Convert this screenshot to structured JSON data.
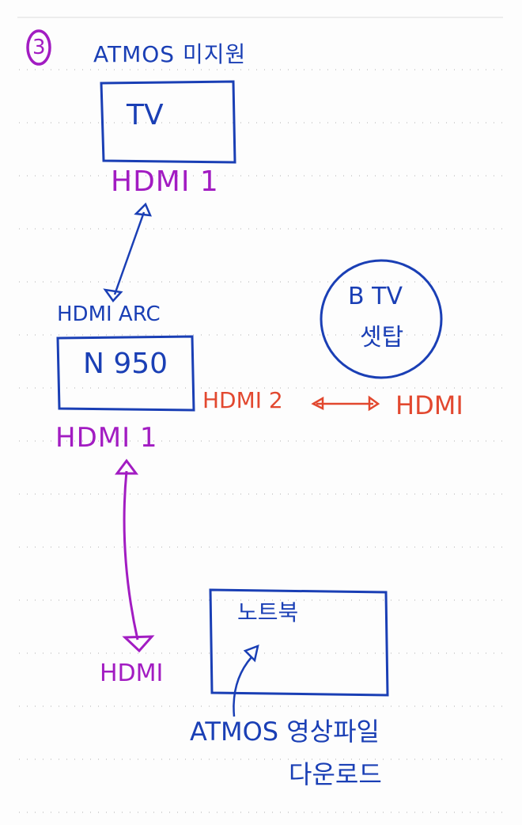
{
  "colors": {
    "blue": "#1a3fb5",
    "purple": "#a21cc2",
    "red": "#e2482f"
  },
  "step_number": "3",
  "note_title": "ATMOS 미지원",
  "tv": {
    "label": "TV",
    "port": "HDMI 1"
  },
  "soundbar": {
    "label": "N 950",
    "arc_port": "HDMI ARC",
    "out_port": "HDMI 1",
    "in_port": "HDMI 2"
  },
  "settop": {
    "label_line1": "B TV",
    "label_line2": "셋탑",
    "port": "HDMI"
  },
  "laptop": {
    "label": "노트북",
    "port": "HDMI"
  },
  "download_note": {
    "line1": "ATMOS 영상파일",
    "line2": "다운로드"
  }
}
